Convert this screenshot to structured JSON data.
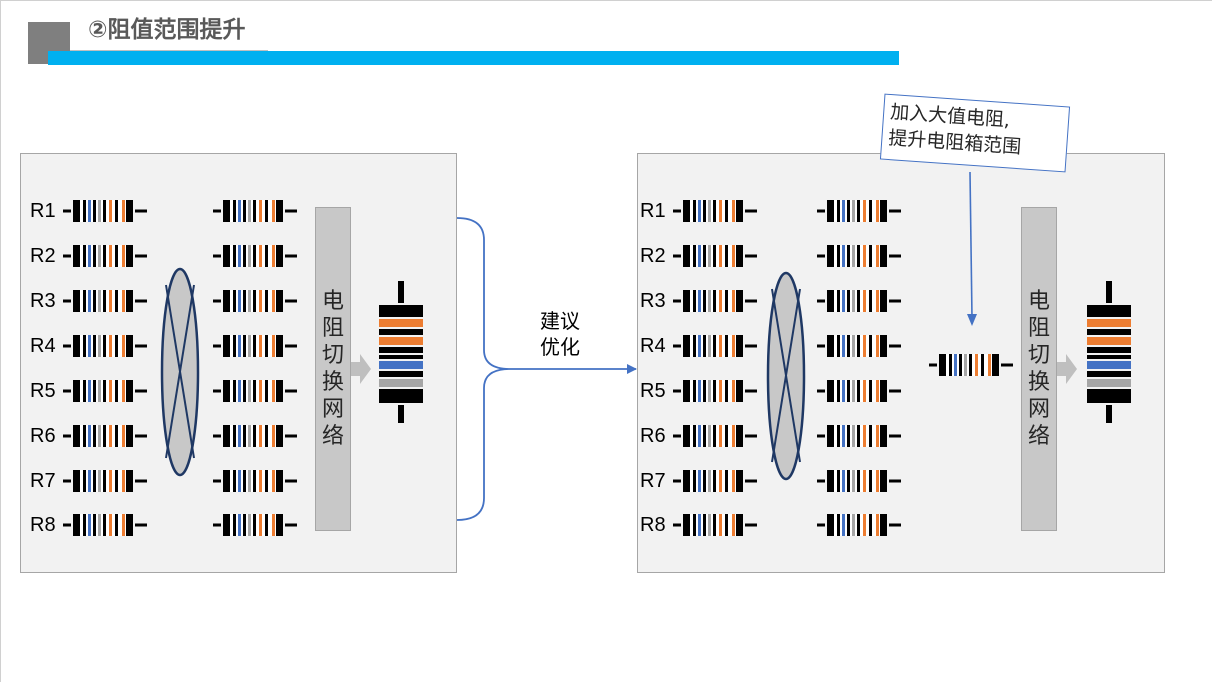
{
  "header": {
    "title": "②阻值范围提升"
  },
  "left_panel": {
    "resistor_labels": [
      "R1",
      "R2",
      "R3",
      "R4",
      "R5",
      "R6",
      "R7",
      "R8"
    ],
    "network_label": "电阻切换网络"
  },
  "right_panel": {
    "resistor_labels": [
      "R1",
      "R2",
      "R3",
      "R4",
      "R5",
      "R6",
      "R7",
      "R8"
    ],
    "network_label": "电阻切换网络"
  },
  "transition": {
    "label_line1": "建议",
    "label_line2": "优化"
  },
  "callout": {
    "line1": "加入大值电阻,",
    "line2": "提升电阻箱范围"
  },
  "colors": {
    "accent_bar": "#00b0f0",
    "resistor_orange": "#ed7d31",
    "resistor_blue": "#4472c4",
    "resistor_gray": "#a6a6a6",
    "connector_blue": "#4472c4",
    "ellipse_outline": "#1f3864"
  }
}
